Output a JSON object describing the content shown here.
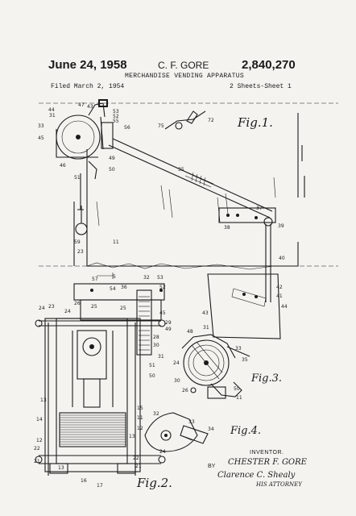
{
  "header": {
    "date": "June 24, 1958",
    "inventor": "C. F. GORE",
    "patent_number": "2,840,270",
    "title": "MERCHANDISE VENDING APPARATUS",
    "filed": "Filed March 2, 1954",
    "sheets": "2 Sheets-Sheet 1"
  },
  "figures": {
    "fig1": "Fig.1.",
    "fig2": "Fig.2.",
    "fig3": "Fig.3.",
    "fig4": "Fig.4."
  },
  "signature": {
    "inventor_heading": "INVENTOR.",
    "inventor_name": "CHESTER F. GORE",
    "by": "BY",
    "attorney_name": "Clarence C. Shealy",
    "attorney_label": "HIS ATTORNEY"
  },
  "reference_numerals": [
    "44",
    "47",
    "43",
    "53",
    "52",
    "55",
    "56",
    "31",
    "33",
    "45",
    "75",
    "72",
    "35",
    "49",
    "50",
    "51",
    "46",
    "11",
    "59",
    "23",
    "37",
    "38",
    "39",
    "40",
    "42",
    "41",
    "43",
    "44",
    "36",
    "54",
    "32",
    "53",
    "57",
    "5",
    "52",
    "16",
    "55",
    "24",
    "25",
    "26",
    "27",
    "29",
    "28",
    "48",
    "30",
    "34",
    "21",
    "13",
    "14",
    "15",
    "12",
    "22",
    "17",
    "50",
    "33",
    "35",
    "32"
  ]
}
